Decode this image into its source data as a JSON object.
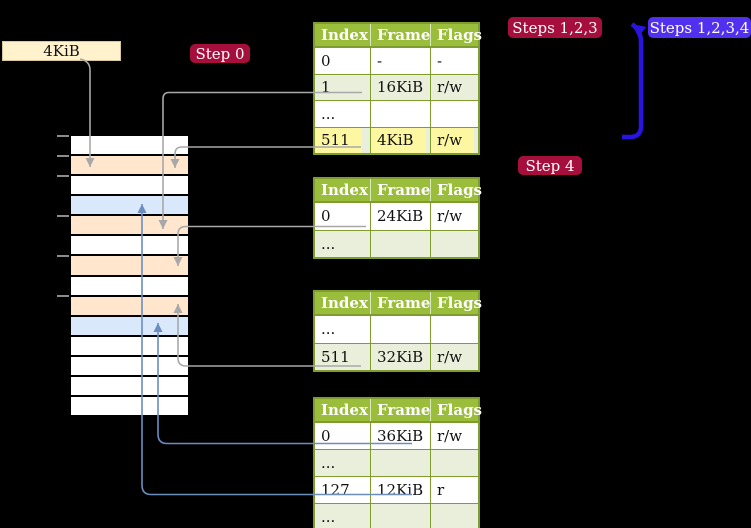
{
  "frame_size_box": {
    "label": "4KiB"
  },
  "badges": {
    "step0": "Step 0",
    "steps123": "Steps 1,2,3",
    "steps1234": "Steps 1,2,3,4",
    "step4": "Step 4"
  },
  "memory_column": {
    "row_colors": [
      "white",
      "orange",
      "white",
      "blue",
      "orange",
      "white",
      "orange",
      "white",
      "orange",
      "blue",
      "white",
      "white",
      "white",
      "white"
    ],
    "tick_row_indices": [
      0,
      1,
      2,
      4,
      6,
      8
    ]
  },
  "tables": [
    {
      "header": [
        "Index",
        "Frame",
        "Flags"
      ],
      "rows": [
        {
          "cells": [
            "0",
            "-",
            "-"
          ]
        },
        {
          "cells": [
            "1",
            "16KiB",
            "r/w"
          ]
        },
        {
          "cells": [
            "...",
            "",
            ""
          ]
        },
        {
          "cells": [
            "511",
            "4KiB",
            "r/w"
          ],
          "highlighted": true
        }
      ]
    },
    {
      "header": [
        "Index",
        "Frame",
        "Flags"
      ],
      "rows": [
        {
          "cells": [
            "0",
            "24KiB",
            "r/w"
          ]
        },
        {
          "cells": [
            "...",
            "",
            ""
          ]
        }
      ]
    },
    {
      "header": [
        "Index",
        "Frame",
        "Flags"
      ],
      "rows": [
        {
          "cells": [
            "...",
            "",
            ""
          ]
        },
        {
          "cells": [
            "511",
            "32KiB",
            "r/w"
          ]
        }
      ]
    },
    {
      "header": [
        "Index",
        "Frame",
        "Flags"
      ],
      "rows": [
        {
          "cells": [
            "0",
            "36KiB",
            "r/w"
          ]
        },
        {
          "cells": [
            "...",
            "",
            ""
          ]
        },
        {
          "cells": [
            "127",
            "12KiB",
            "r"
          ]
        },
        {
          "cells": [
            "...",
            "",
            ""
          ]
        }
      ]
    }
  ],
  "connectors": [
    {
      "name": "arrow-4kib-box-to-frame-4kib",
      "color": "#A8A8A8"
    },
    {
      "name": "arrow-table1-entry1-to-frame-16kib",
      "color": "#A8A8A8"
    },
    {
      "name": "arrow-table1-entry511-to-frame-4kib",
      "color": "#A8A8A8"
    },
    {
      "name": "arrow-table2-entry0-to-frame-24kib",
      "color": "#A8A8A8"
    },
    {
      "name": "arrow-table3-entry511-to-frame-32kib",
      "color": "#A8A8A8"
    },
    {
      "name": "arrow-table4-entry0-to-frame-36kib",
      "color": "#6C8EBF"
    },
    {
      "name": "arrow-table4-entry127-to-frame-12kib",
      "color": "#6C8EBF"
    },
    {
      "name": "arrow-loop-steps-1-2-3-4",
      "color": "#2A14E0"
    }
  ],
  "colors": {
    "background": "#000000",
    "badge_red": "#A50E3D",
    "badge_blue": "#5230F0",
    "frame_orange": "#FFE6CC",
    "frame_blue": "#DAE8FC",
    "box_wheat": "#FFF2CC",
    "table_header_green": "#9ABD3B",
    "table_row_green": "#E9EFDA",
    "table_border_green": "#7E9D2E",
    "highlight_yellow": "#FDF7A1",
    "connector_gray": "#A8A8A8",
    "connector_blue": "#6C8EBF",
    "loop_arrow_blue": "#2A14E0"
  }
}
